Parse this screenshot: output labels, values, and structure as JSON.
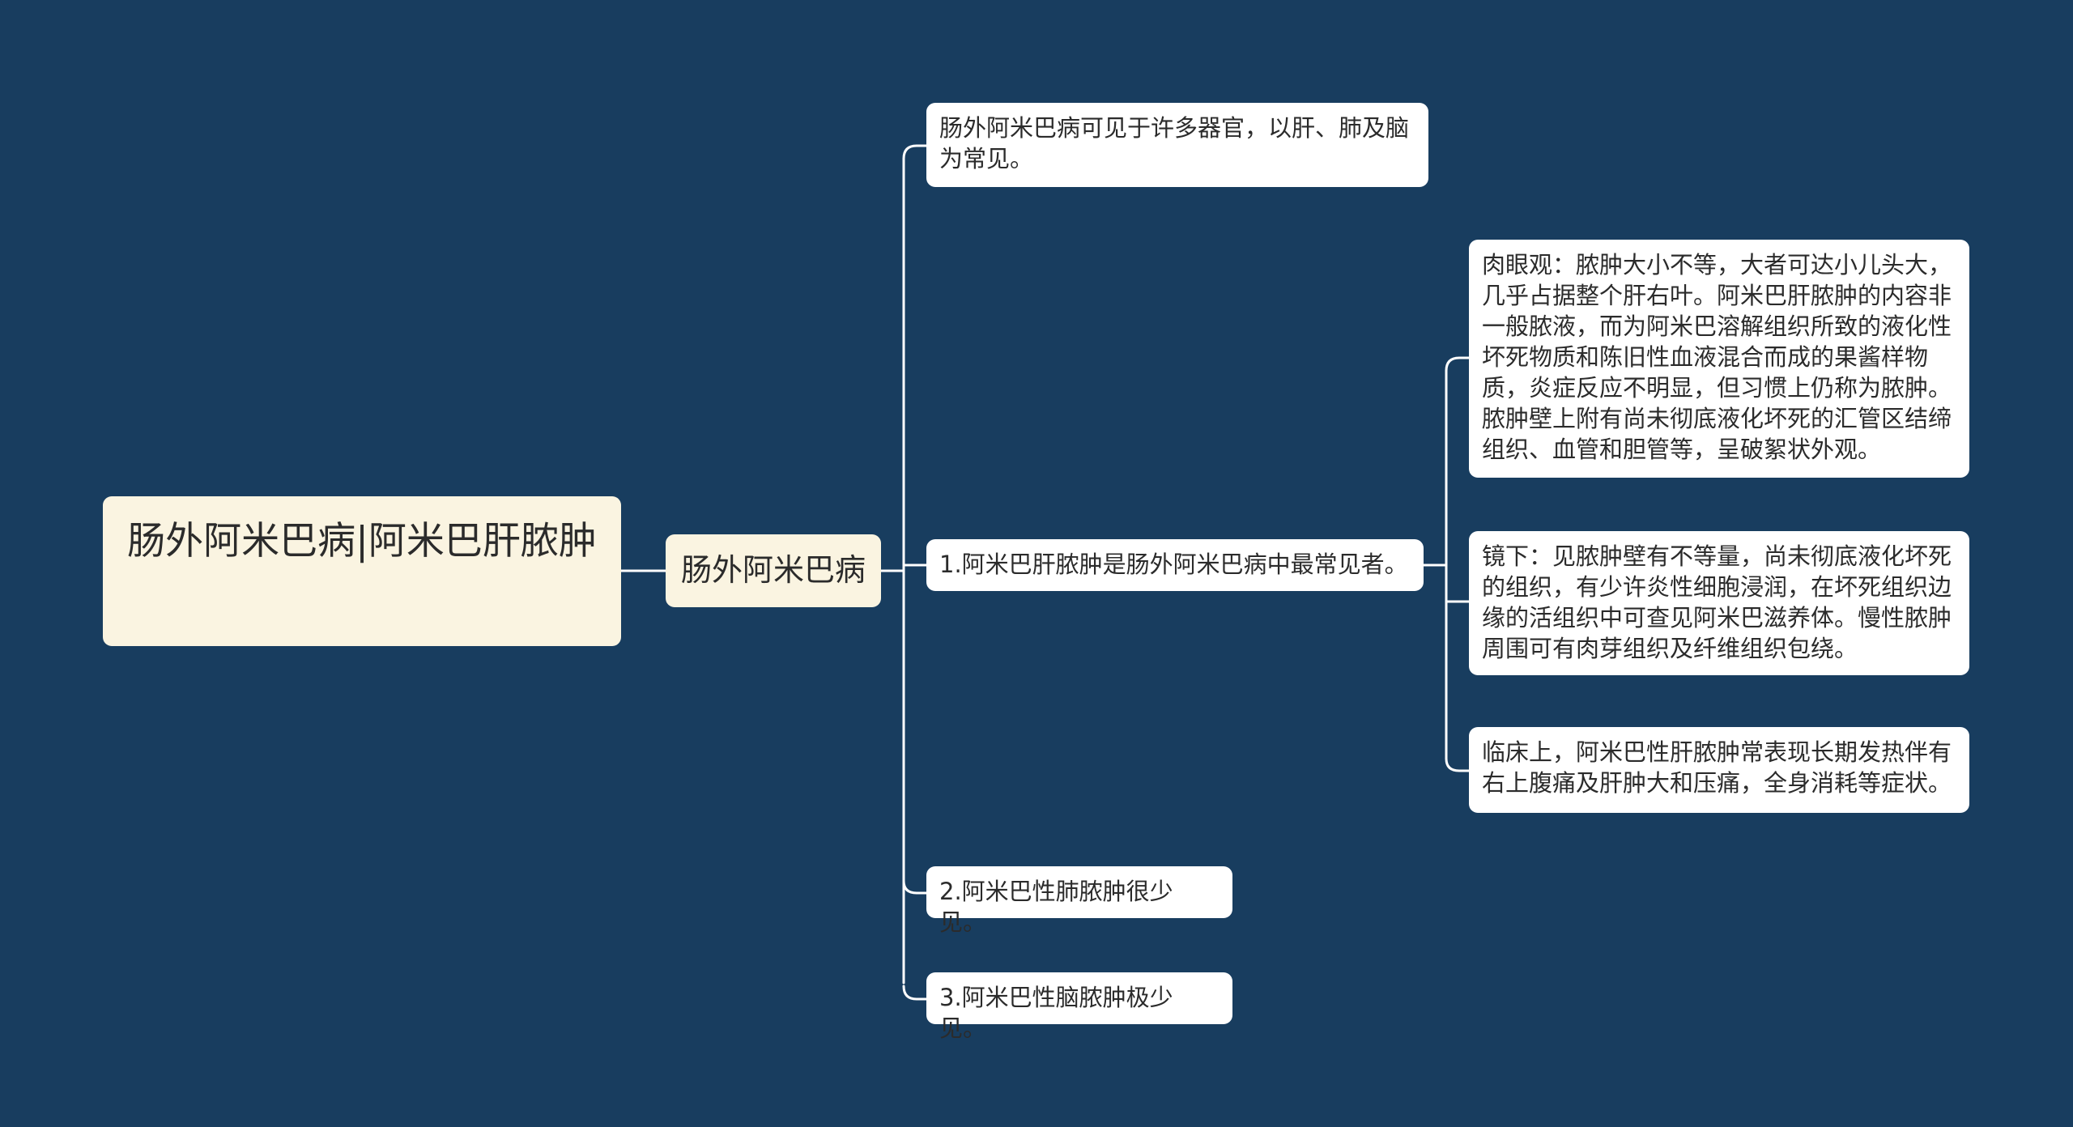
{
  "colors": {
    "background": "#183d5f",
    "root_fill": "#faf4e1",
    "leaf_fill": "#ffffff",
    "connector": "#ffffff",
    "text": "#2b2b2b"
  },
  "mindmap": {
    "root": "肠外阿米巴病|阿米巴肝脓肿",
    "branch": "肠外阿米巴病",
    "children": [
      "肠外阿米巴病可见于许多器官，以肝、肺及脑为常见。",
      "1.阿米巴肝脓肿是肠外阿米巴病中最常见者。",
      "2.阿米巴性肺脓肿很少见。",
      "3.阿米巴性脑脓肿极少见。"
    ],
    "grandchildren": [
      "肉眼观：脓肿大小不等，大者可达小儿头大，几乎占据整个肝右叶。阿米巴肝脓肿的内容非一般脓液，而为阿米巴溶解组织所致的液化性坏死物质和陈旧性血液混合而成的果酱样物质，炎症反应不明显，但习惯上仍称为脓肿。脓肿壁上附有尚未彻底液化坏死的汇管区结缔组织、血管和胆管等，呈破絮状外观。",
      "镜下：见脓肿壁有不等量，尚未彻底液化坏死的组织，有少许炎性细胞浸润，在坏死组织边缘的活组织中可查见阿米巴滋养体。慢性脓肿周围可有肉芽组织及纤维组织包绕。",
      "临床上，阿米巴性肝脓肿常表现长期发热伴有右上腹痛及肝肿大和压痛，全身消耗等症状。"
    ]
  }
}
